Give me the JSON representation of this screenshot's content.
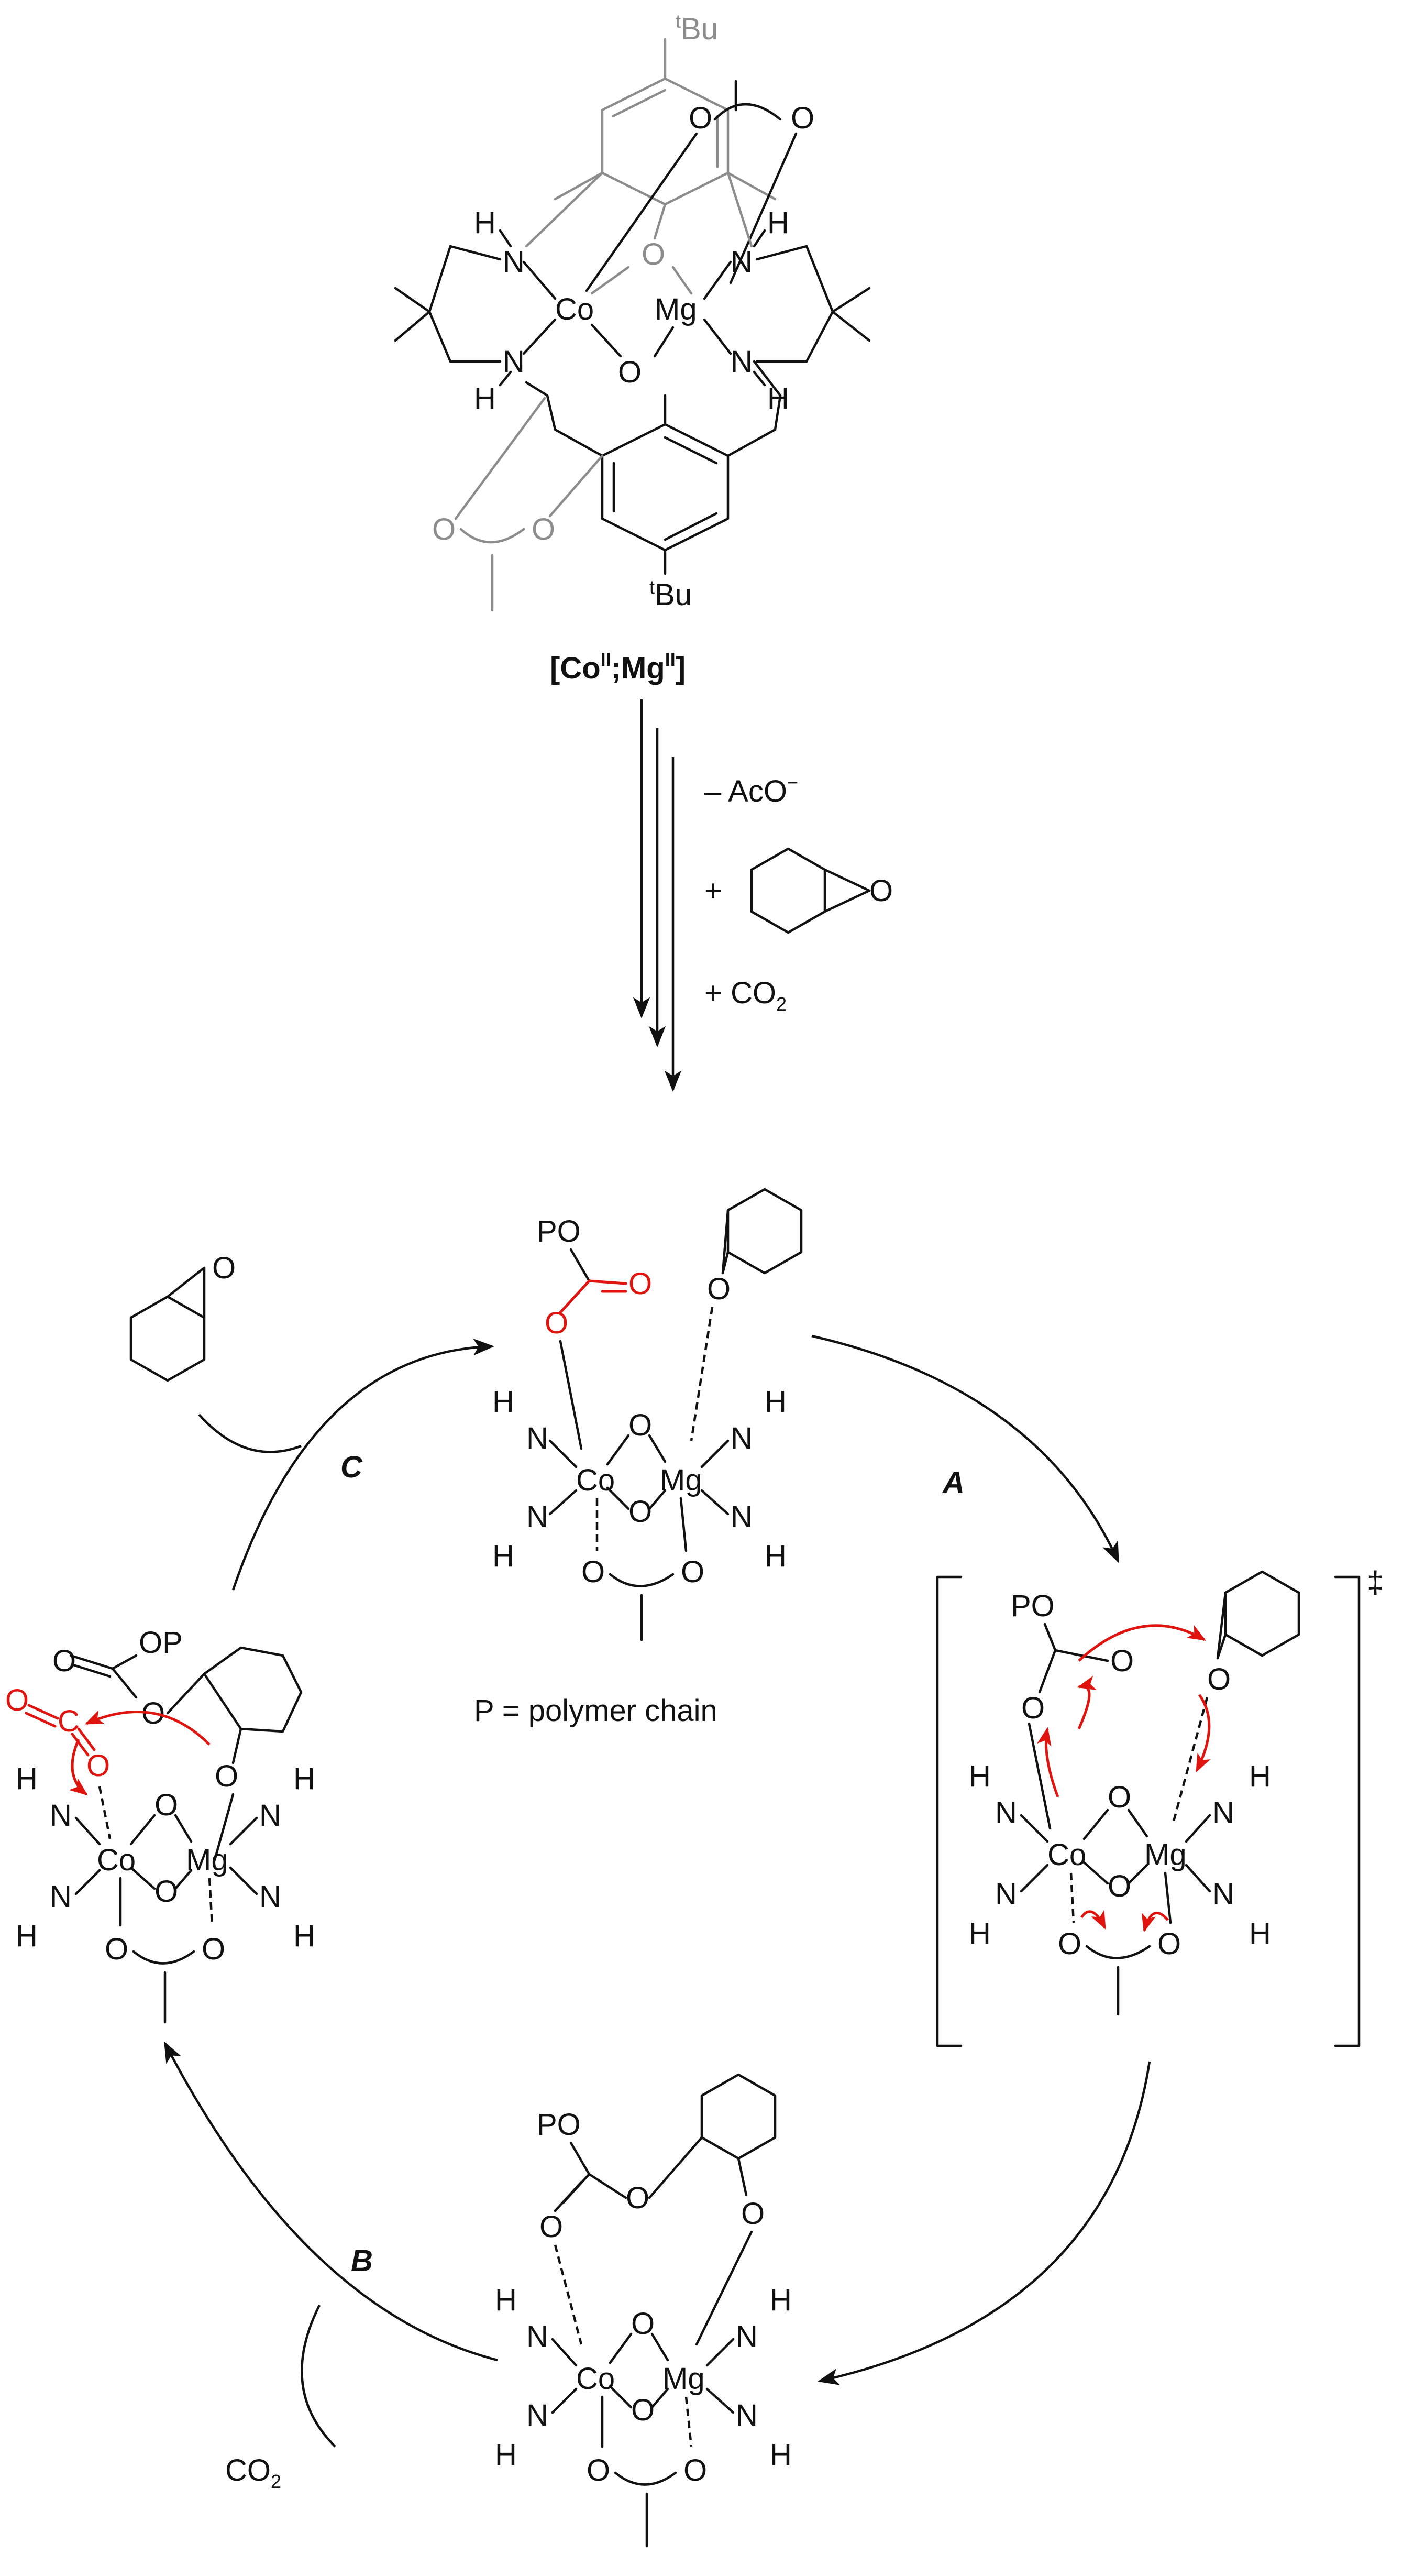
{
  "catalyst": {
    "label_prefix": "[Co",
    "label_ox1": "II",
    "label_mid": ";Mg",
    "label_ox2": "II",
    "label_suffix": "]",
    "tbu_sup": "t",
    "tbu_main": "Bu"
  },
  "activation": {
    "minus_acetate": "– AcO",
    "minus_acetate_sup": "−",
    "plus_epoxide": "+",
    "plus_co2": "+ CO",
    "co2_sub": "2"
  },
  "cycle": {
    "step_a": "A",
    "step_b": "B",
    "step_c": "C",
    "co2_label": "CO",
    "co2_sub": "2",
    "legend": "P = polymer chain",
    "ts_symbol": "‡"
  },
  "atoms": {
    "co": "Co",
    "mg": "Mg",
    "n": "N",
    "h": "H",
    "o": "O",
    "po": "PO",
    "op": "OP",
    "c": "C"
  },
  "colors": {
    "bond": "#111111",
    "grey_bond": "#8c8c8c",
    "red_highlight": "#e0140f"
  }
}
